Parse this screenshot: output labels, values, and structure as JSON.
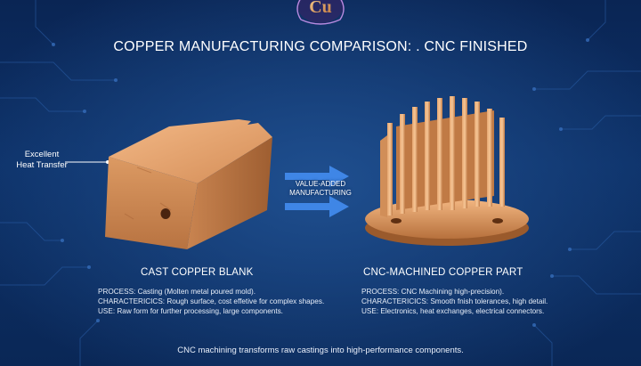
{
  "logo": {
    "text": "Cu",
    "icon": "copper-element-logo"
  },
  "header": {
    "title": "COPPER MANUFACTURING COMPARISON: . CNC FINISHED"
  },
  "callout": {
    "line1": "Excellent",
    "line2": "Heat Transfer"
  },
  "process_flow": {
    "line1": "VALUE-ADDED",
    "line2": "MANUFACTURING",
    "icon": "double-arrow-right-icon"
  },
  "left": {
    "title": "CAST COPPER BLANK",
    "process": "PROCESS: Casting (Molten metal poured mold).",
    "characteristics": "CHARACTERICICS: Rough surface, cost effetive for complex shapes.",
    "use": "USE: Raw form for further processing, large components."
  },
  "right": {
    "title": "CNC-MACHINED COPPER PART",
    "process": "PROCESS: CNC Machining high-precision).",
    "characteristics": "CHARACTERICICS: Smooth fnish tolerances, high detail.",
    "use": "USE: Electronics, heat exchanges, electrical connectors."
  },
  "footer": {
    "text": "CNC machining transforms raw castings into high-performance components."
  },
  "colors": {
    "background": "#0d3168",
    "copper": "#c8834e",
    "copper_light": "#f0b27c",
    "arrow": "#3f86e6"
  }
}
